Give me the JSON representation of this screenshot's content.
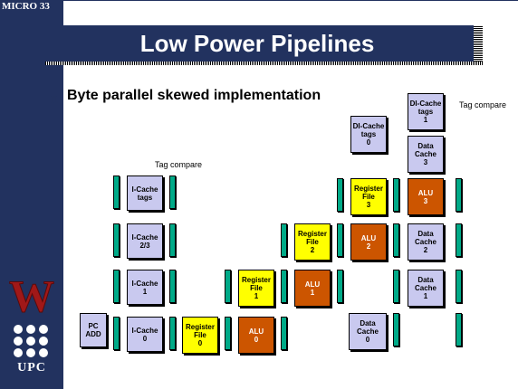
{
  "header": {
    "badge": "MICRO 33",
    "title": "Low Power Pipelines"
  },
  "bullet": {
    "marker": "n",
    "text": "Byte parallel skewed implementation"
  },
  "logo": {
    "text": "UPC",
    "letter": "W"
  },
  "labels": {
    "tag_compare_left": "Tag compare",
    "tag_compare_right": "Tag compare"
  },
  "blocks": {
    "pc_add": "PC\nADD",
    "icache_0": "I-Cache\n0",
    "icache_1": "I-Cache\n1",
    "icache_23": "I-Cache\n2/3",
    "icache_tags": "I-Cache\ntags",
    "regfile_0": "Register\nFile\n0",
    "regfile_1": "Register\nFile\n1",
    "regfile_2": "Register\nFile\n2",
    "regfile_3": "Register\nFile\n3",
    "alu_0": "ALU\n0",
    "alu_1": "ALU\n1",
    "alu_2": "ALU\n2",
    "alu_3": "ALU\n3",
    "dcache_0": "Data\nCache\n0",
    "dcache_1": "Data\nCache\n1",
    "dcache_2": "Data\nCache\n2",
    "dcache_3": "Data\nCache\n3",
    "dicache_tags_0": "DI-Cache\ntags\n0",
    "dicache_tags_1": "DI-Cache\ntags\n1"
  },
  "colors": {
    "navy": "#22325f",
    "register": "#00aa88",
    "alu": "#cc5500",
    "regfile": "#ffff00",
    "cache": "#c9c9ef"
  }
}
